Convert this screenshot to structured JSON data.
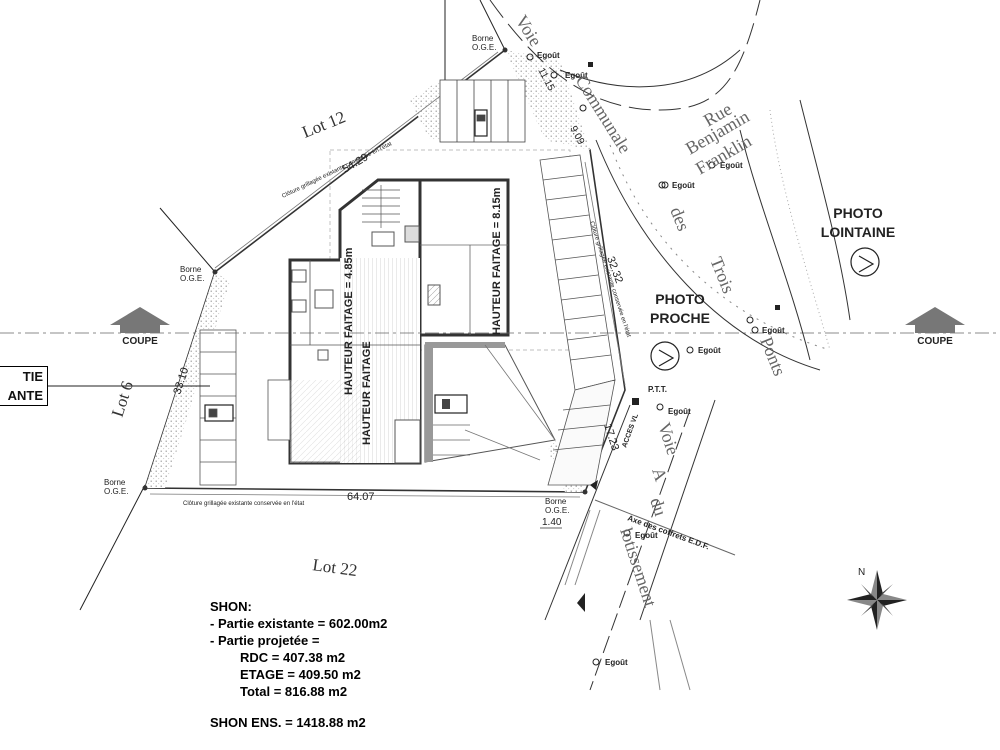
{
  "lots": {
    "lot12": "Lot 12",
    "lot6": "Lot 6",
    "lot22": "Lot 22"
  },
  "dimensions": {
    "north_edge": "54.29",
    "west_edge": "33.10",
    "south_edge": "64.07",
    "ne_top": "11.15",
    "ne_mid": "9.09",
    "east_long": "32.32",
    "east_low": "17.23",
    "se_corner": "1.40"
  },
  "borne": {
    "label": "Borne",
    "sub": "O.G.E."
  },
  "fence": {
    "north": "Clôture grillagée existante conservée en l'état",
    "south": "Clôture grillagée existante conservée en l'état",
    "east": "Clôture grillagée existante conservée en l'état"
  },
  "heights": {
    "upper": "HAUTEUR FAITAGE = 8.15m",
    "left": "HAUTEUR FAITAGE = 4.85m",
    "lower": "HAUTEUR FAITAGE"
  },
  "roads": {
    "voie1": "Voie",
    "voie2": "Communale",
    "voie3": "des",
    "voie4": "Trois",
    "voie5": "Ponts",
    "rue1": "Rue",
    "rue2": "Benjamin",
    "rue3": "Franklin",
    "vA1": "Voie",
    "vA2": "A",
    "vA3": "du",
    "vA4": "lotissement"
  },
  "egout": "Egoût",
  "ptt": "P.T.T.",
  "acces": "ACCES VL",
  "edf": "Axe des coffrets E.D.F.",
  "photo": {
    "proche1": "PHOTO",
    "proche2": "PROCHE",
    "loin1": "PHOTO",
    "loin2": "LOINTAINE"
  },
  "coupe": "COUPE",
  "partie": {
    "line1": "TIE",
    "line2": "ANTE"
  },
  "shon": {
    "title": "SHON:",
    "existante": "- Partie existante = 602.00m2",
    "projetee": "- Partie projetée =",
    "rdc": "RDC = 407.38 m2",
    "etage": "ETAGE = 409.50 m2",
    "total": "Total = 816.88 m2",
    "ens": "SHON ENS. = 1418.88 m2"
  },
  "compass": {
    "n": "N"
  }
}
